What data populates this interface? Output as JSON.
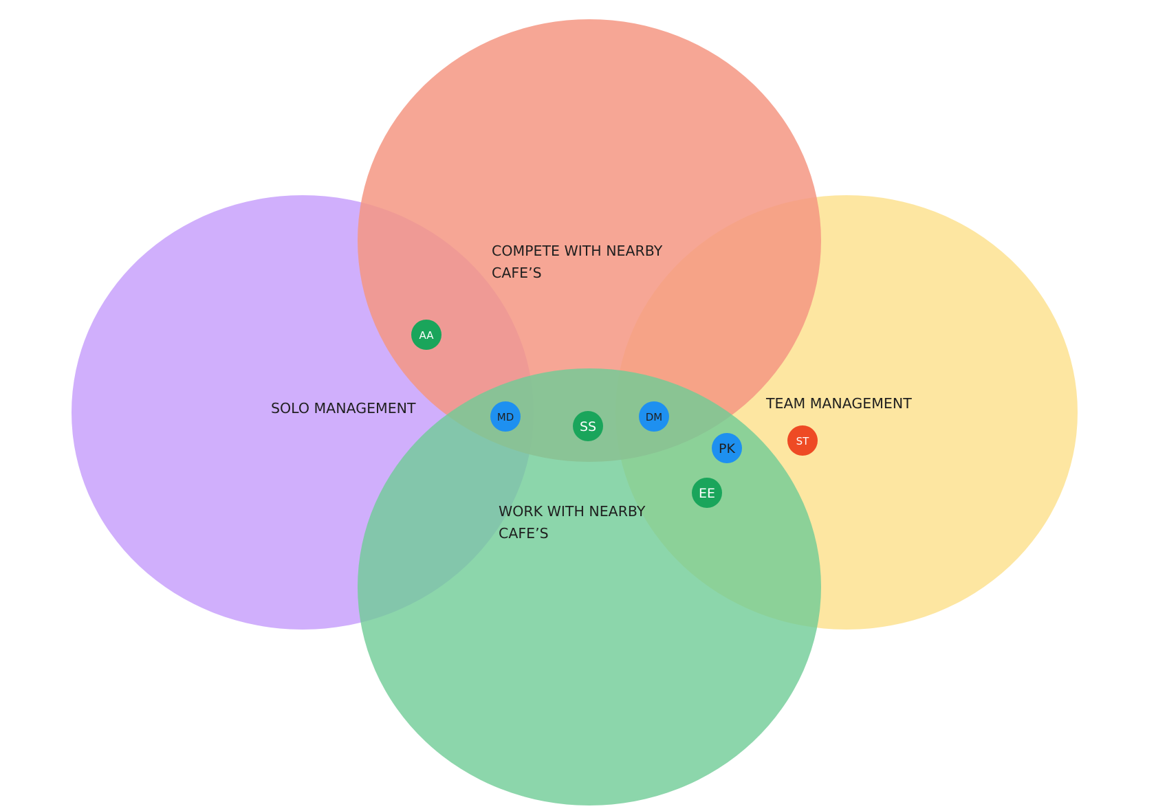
{
  "sets": [
    {
      "id": "solo",
      "label_lines": [
        "SOLO MANAGEMENT"
      ],
      "color": "#c8a1fb"
    },
    {
      "id": "team",
      "label_lines": [
        "TEAM MANAGEMENT"
      ],
      "color": "#fde290"
    },
    {
      "id": "compete",
      "label_lines": [
        "COMPETE WITH NEARBY",
        "CAFE’S"
      ],
      "color": "#f49682"
    },
    {
      "id": "work",
      "label_lines": [
        "WORK WITH NEARBY",
        "CAFE’S"
      ],
      "color": "#6fcc96"
    }
  ],
  "badges": [
    {
      "initials": "AA",
      "color": "#1aa55b",
      "text_color": "#ffffff"
    },
    {
      "initials": "MD",
      "color": "#1e90f0",
      "text_color": "#1f1f1f"
    },
    {
      "initials": "SS",
      "color": "#1aa55b",
      "text_color": "#ffffff"
    },
    {
      "initials": "DM",
      "color": "#1e90f0",
      "text_color": "#1f1f1f"
    },
    {
      "initials": "PK",
      "color": "#1e90f0",
      "text_color": "#1f1f1f"
    },
    {
      "initials": "EE",
      "color": "#1aa55b",
      "text_color": "#ffffff"
    },
    {
      "initials": "ST",
      "color": "#ee4a24",
      "text_color": "#ffffff"
    }
  ]
}
